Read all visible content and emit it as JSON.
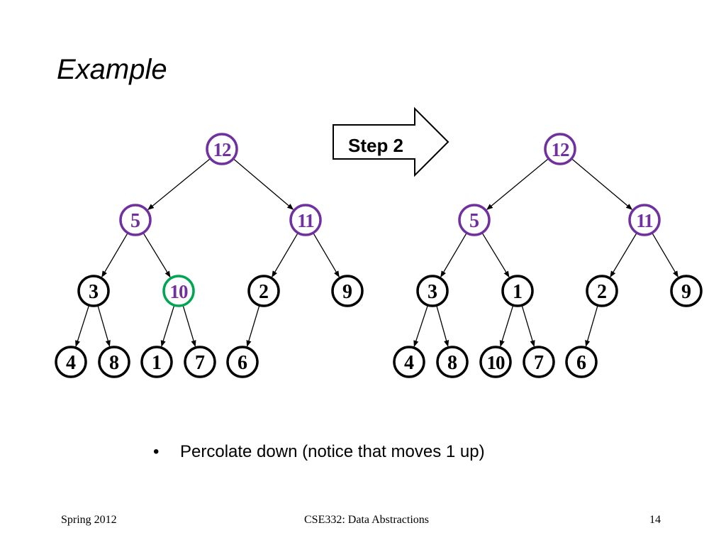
{
  "slide": {
    "title": "Example",
    "bullet_marker": "•",
    "bullet": "Percolate down (notice that moves 1 up)"
  },
  "footer": {
    "left": "Spring 2012",
    "center": "CSE332: Data Abstractions",
    "right": "14"
  },
  "arrow": {
    "label": "Step 2"
  },
  "colors": {
    "purple": "#7030a0",
    "green": "#00a651",
    "black": "#000000"
  },
  "trees": [
    {
      "name": "before",
      "nodes": [
        {
          "id": "n1",
          "value": "12",
          "state": "purple"
        },
        {
          "id": "n2",
          "value": "5",
          "state": "purple"
        },
        {
          "id": "n3",
          "value": "11",
          "state": "purple"
        },
        {
          "id": "n4",
          "value": "3",
          "state": "black"
        },
        {
          "id": "n5",
          "value": "10",
          "state": "green"
        },
        {
          "id": "n6",
          "value": "2",
          "state": "black"
        },
        {
          "id": "n7",
          "value": "9",
          "state": "black"
        },
        {
          "id": "n8",
          "value": "4",
          "state": "black"
        },
        {
          "id": "n9",
          "value": "8",
          "state": "black"
        },
        {
          "id": "n10",
          "value": "1",
          "state": "black"
        },
        {
          "id": "n11",
          "value": "7",
          "state": "black"
        },
        {
          "id": "n12",
          "value": "6",
          "state": "black"
        }
      ]
    },
    {
      "name": "after",
      "nodes": [
        {
          "id": "n1",
          "value": "12",
          "state": "purple"
        },
        {
          "id": "n2",
          "value": "5",
          "state": "purple"
        },
        {
          "id": "n3",
          "value": "11",
          "state": "purple"
        },
        {
          "id": "n4",
          "value": "3",
          "state": "black"
        },
        {
          "id": "n5",
          "value": "1",
          "state": "black"
        },
        {
          "id": "n6",
          "value": "2",
          "state": "black"
        },
        {
          "id": "n7",
          "value": "9",
          "state": "black"
        },
        {
          "id": "n8",
          "value": "4",
          "state": "black"
        },
        {
          "id": "n9",
          "value": "8",
          "state": "black"
        },
        {
          "id": "n10",
          "value": "10",
          "state": "black"
        },
        {
          "id": "n11",
          "value": "7",
          "state": "black"
        },
        {
          "id": "n12",
          "value": "6",
          "state": "black"
        }
      ]
    }
  ],
  "edges": [
    [
      "n1",
      "n2"
    ],
    [
      "n1",
      "n3"
    ],
    [
      "n2",
      "n4"
    ],
    [
      "n2",
      "n5"
    ],
    [
      "n3",
      "n6"
    ],
    [
      "n3",
      "n7"
    ],
    [
      "n4",
      "n8"
    ],
    [
      "n4",
      "n9"
    ],
    [
      "n5",
      "n10"
    ],
    [
      "n5",
      "n11"
    ],
    [
      "n6",
      "n12"
    ]
  ]
}
